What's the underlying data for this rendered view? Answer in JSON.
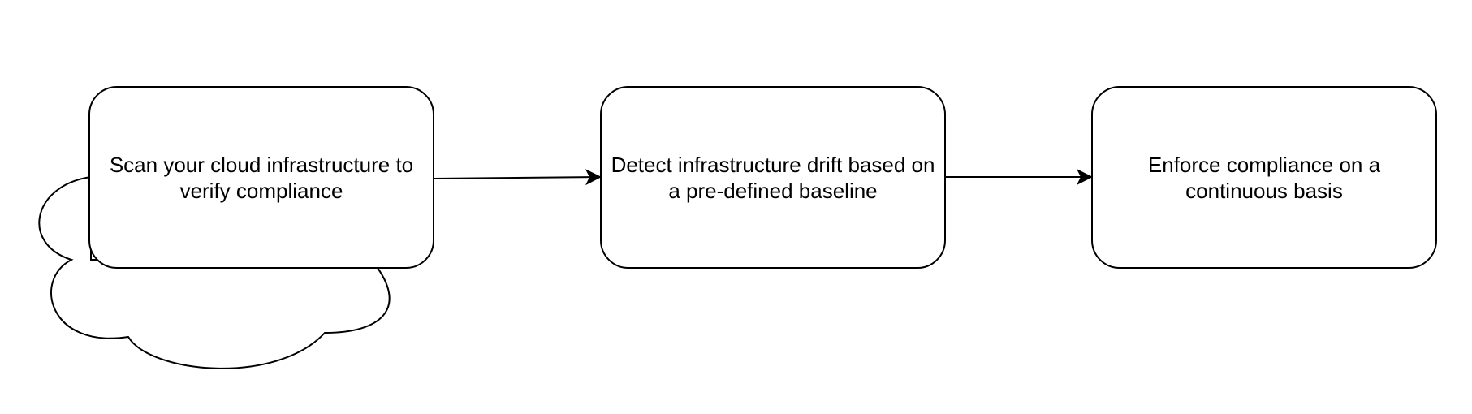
{
  "diagram": {
    "colors": {
      "stroke": "#000000",
      "fill": "#ffffff",
      "text": "#000000"
    },
    "steps": [
      {
        "label": "Scan your cloud infrastructure to verify compliance"
      },
      {
        "label": "Detect infrastructure drift based on a pre-defined baseline"
      },
      {
        "label": "Enforce compliance on a continuous basis"
      }
    ],
    "connectors": [
      {
        "from": "step-1",
        "to": "step-2"
      },
      {
        "from": "step-2",
        "to": "step-3"
      }
    ],
    "decorations": [
      {
        "shape": "cloud",
        "attached_to": "step-1"
      }
    ]
  }
}
